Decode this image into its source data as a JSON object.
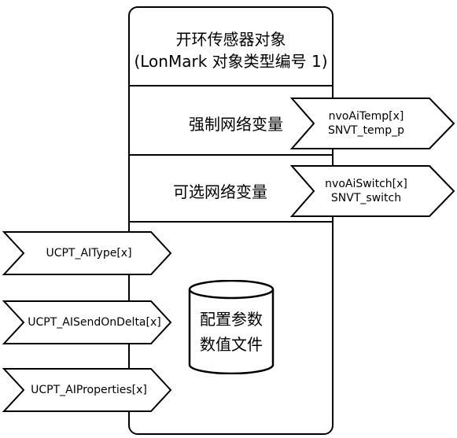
{
  "object": {
    "title_line1": "开环传感器对象",
    "title_line2": "(LonMark 对象类型编号 1)"
  },
  "sections": {
    "mandatory_label": "强制网络变量",
    "optional_label": "可选网络变量"
  },
  "outputs": {
    "mandatory": {
      "name": "nvoAiTemp[x]",
      "type": "SNVT_temp_p"
    },
    "optional": {
      "name": "nvoAiSwitch[x]",
      "type": "SNVT_switch"
    }
  },
  "inputs": {
    "items": [
      {
        "label": "UCPT_AIType[x]"
      },
      {
        "label": "UCPT_AISendOnDelta[x]"
      },
      {
        "label": "UCPT_AIProperties[x]"
      }
    ]
  },
  "config_file": {
    "line1": "配置参数",
    "line2": "数值文件"
  }
}
